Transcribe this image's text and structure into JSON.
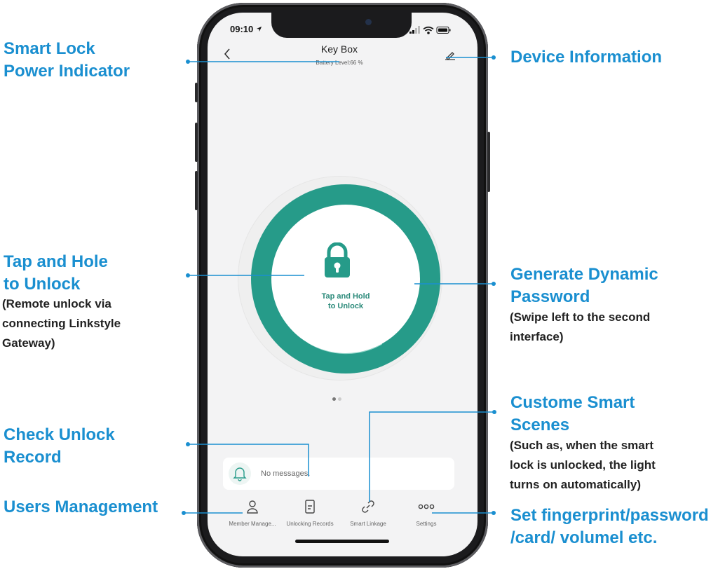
{
  "annotations": {
    "power_indicator": [
      "Smart Lock",
      "Power Indicator"
    ],
    "device_info": "Device Information",
    "tap_hold": [
      "Tap and Hole",
      "to Unlock"
    ],
    "tap_hold_note": [
      "(Remote unlock via",
      "connecting Linkstyle",
      "Gateway)"
    ],
    "dynamic_password": [
      "Generate Dynamic",
      "Password"
    ],
    "dynamic_password_note": [
      "(Swipe left to the second",
      "interface)"
    ],
    "smart_scenes": [
      "Custome Smart",
      "Scenes"
    ],
    "smart_scenes_note": [
      "(Such as, when the smart",
      "lock is unlocked, the light",
      "turns on automatically)"
    ],
    "unlock_record": [
      "Check Unlock",
      "Record"
    ],
    "users_mgmt": "Users Management",
    "settings_note": [
      "Set fingerprint/password",
      "/card/ volumel etc."
    ]
  },
  "status_bar": {
    "time": "09:10"
  },
  "app": {
    "title": "Key Box",
    "battery": "Battery Level:66 %",
    "unlock_button": [
      "Tap and Hold",
      "to Unlock"
    ],
    "messages": "No messages.",
    "tabs": [
      {
        "label": "Member Manage...",
        "icon": "person-icon"
      },
      {
        "label": "Unlocking Records",
        "icon": "document-icon"
      },
      {
        "label": "Smart Linkage",
        "icon": "link-icon"
      },
      {
        "label": "Settings",
        "icon": "more-icon"
      }
    ]
  },
  "colors": {
    "annotation": "#1a8fd0",
    "ring": "#269b89",
    "accent_text": "#2b8a7a"
  }
}
